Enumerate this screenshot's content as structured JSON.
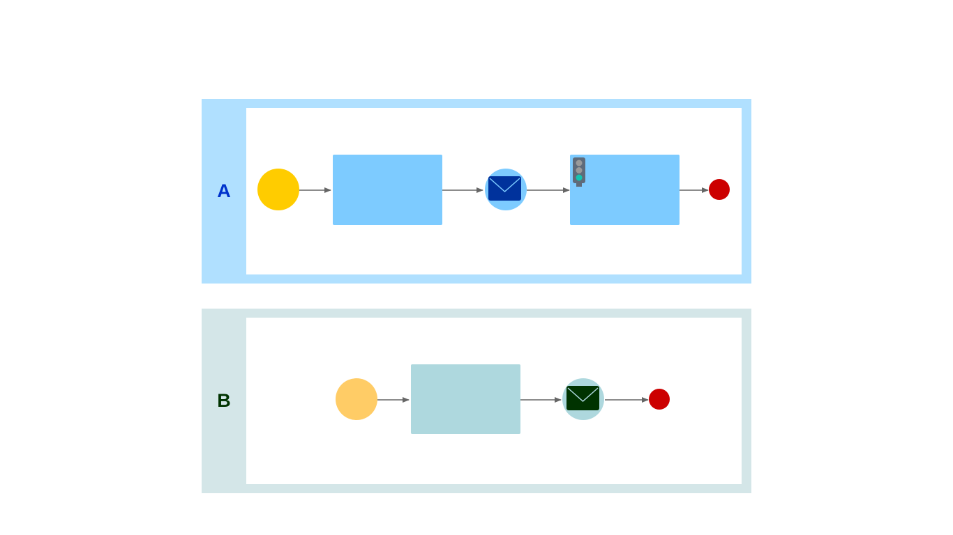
{
  "colors": {
    "canvas": "#ffffff",
    "arrow": "#666666",
    "end_event": "#cc0000",
    "pool_a": {
      "frame": "#b0e0ff",
      "label": "#0033cc",
      "start_event": "#ffcc00",
      "task": "#7dcbff",
      "message_event_bg": "#7dcbff",
      "envelope": "#00329c",
      "envelope_line": "#7dcbff"
    },
    "pool_b": {
      "frame": "#d4e6e8",
      "label": "#003300",
      "start_event": "#ffcc66",
      "task": "#aed8de",
      "message_event_bg": "#aed8de",
      "envelope": "#003300",
      "envelope_line": "#aed8de"
    },
    "traffic_light": {
      "housing": "#5f6b7a",
      "lamp_off": "#9a9a9a",
      "lamp_on": "#14c4b0"
    }
  },
  "pools": [
    {
      "id": "A",
      "label": "A",
      "flow": [
        "start-event",
        "task",
        "message-event",
        "task-with-traffic-light-icon",
        "end-event"
      ]
    },
    {
      "id": "B",
      "label": "B",
      "flow": [
        "start-event",
        "task",
        "message-event",
        "end-event"
      ]
    }
  ],
  "icons": [
    "envelope-icon",
    "traffic-light-icon"
  ]
}
